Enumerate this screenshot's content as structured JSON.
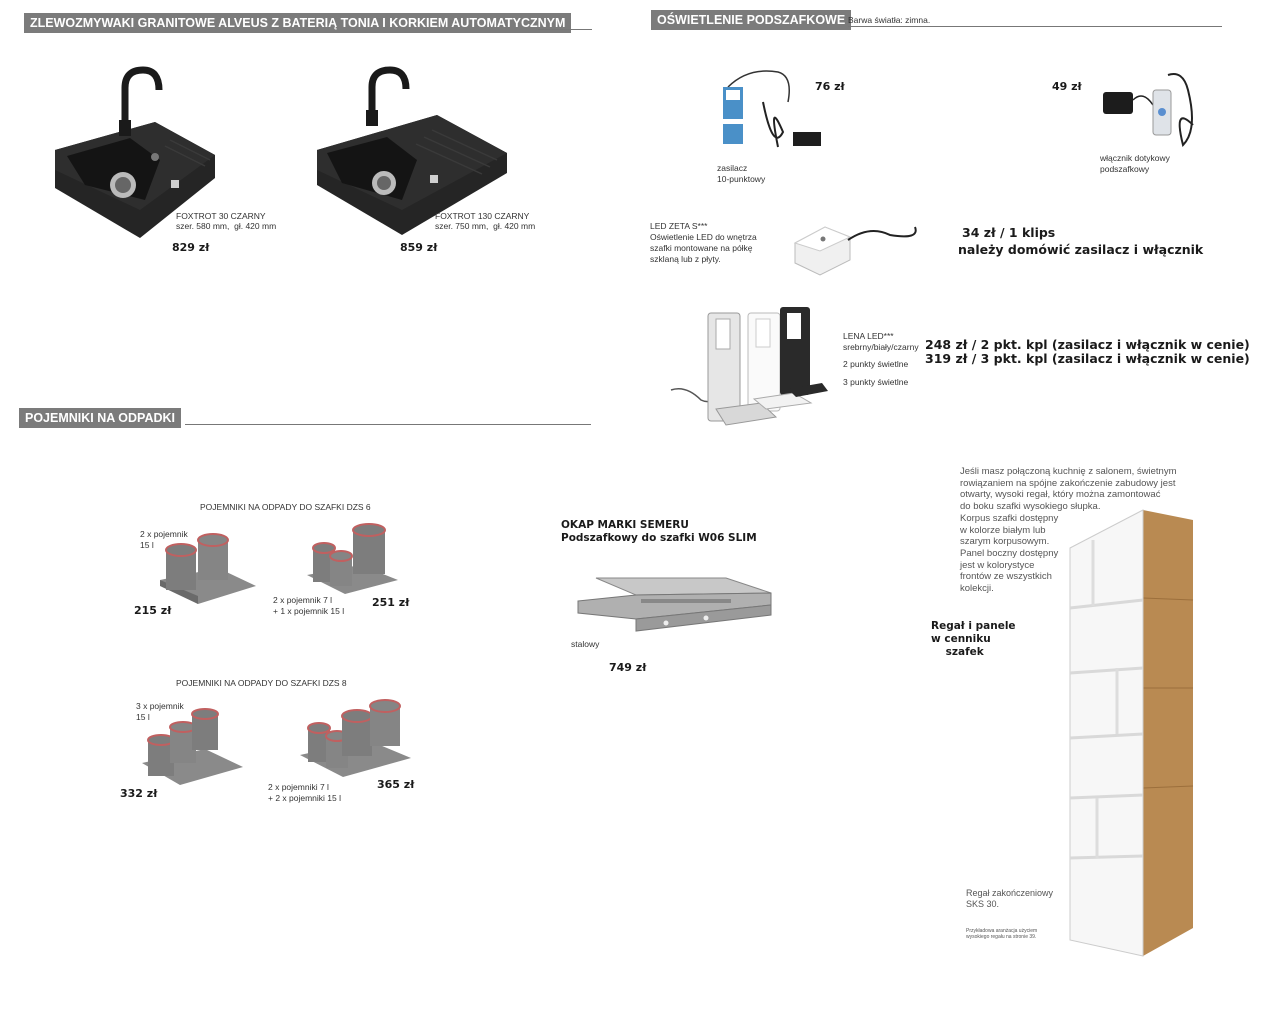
{
  "sinks": {
    "header": "ZLEWOZMYWAKI GRANITOWE ALVEUS Z BATERIĄ TONIA I KORKIEM AUTOMATYCZNYM",
    "items": [
      {
        "name": "FOXTROT 30 CZARNY",
        "dims": "szer. 580 mm,  gł. 420 mm",
        "price": "829 zł"
      },
      {
        "name": "FOXTROT 130 CZARNY",
        "dims": "szer. 750 mm,  gł. 420 mm",
        "price": "859 zł"
      }
    ]
  },
  "lighting": {
    "header": "OŚWIETLENIE PODSZAFKOWE",
    "subtitle": "Barwa światła: zimna.",
    "psu": {
      "label": "zasilacz\n10-punktowy",
      "price": "76 zł"
    },
    "switch": {
      "label": "włącznik dotykowy\npodszafkowy",
      "price": "49 zł"
    },
    "zeta": {
      "label": "LED ZETA S***\nOświetlenie LED do wnętrza\nszafki montowane na półkę\nszklaną lub z płyty.",
      "price": "34 zł / 1 klips",
      "note": "należy domówić zasilacz i włącznik"
    },
    "lena": {
      "name": "LENA LED***",
      "colors": "srebrny/biały/czarny",
      "points2": "2 punkty świetlne",
      "points3": "3 punkty świetlne",
      "price2": "248 zł / 2 pkt. kpl (zasilacz i włącznik w cenie)",
      "price3": "319 zł / 3 pkt. kpl (zasilacz i włącznik w cenie)"
    }
  },
  "bins": {
    "header": "POJEMNIKI NA ODPADKI",
    "dzs6": {
      "title": "POJEMNIKI NA ODPADY DO SZAFKI DZS 6",
      "a_label": "2 x pojemnik\n15 l",
      "a_price": "215 zł",
      "b_label": "2 x pojemnik 7 l\n+ 1 x pojemnik 15 l",
      "b_price": "251 zł"
    },
    "dzs8": {
      "title": "POJEMNIKI NA ODPADY DO SZAFKI DZS 8",
      "a_label": "3 x pojemnik\n15 l",
      "a_price": "332 zł",
      "b_label": "2 x pojemniki 7 l\n+ 2 x pojemniki 15 l",
      "b_price": "365 zł"
    }
  },
  "hood": {
    "title": "OKAP MARKI SEMERU",
    "subtitle": "Podszafkowy do szafki W06 SLIM",
    "finish": "stalowy",
    "price": "749 zł"
  },
  "shelf": {
    "text": "Jeśli masz połączoną kuchnię z salonem, świetnym\nrowiązaniem na spójne zakończenie zabudowy jest\notwarty, wysoki regał, który można zamontować\ndo boku szafki wysokiego słupka.\nKorpus szafki dostępny\nw kolorze białym lub\nszarym korpusowym.\nPanel boczny dostępny\njest w kolorystyce\nfrontów ze wszystkich\nkolekcji.",
    "price_note": "Regał i panele\nw cenniku\n    szafek",
    "caption": "Regał zakończeniowy\nSKS 30.",
    "footnote": "Przykładowa aranżacja użyciem\nwysokiego regału na stronie 39."
  },
  "colors": {
    "header_bg": "#7b7b7b",
    "sink": "#1f1f1f",
    "bin": "#7d7d7d",
    "bin_rim": "#c06060",
    "oak": "#b98a52"
  }
}
